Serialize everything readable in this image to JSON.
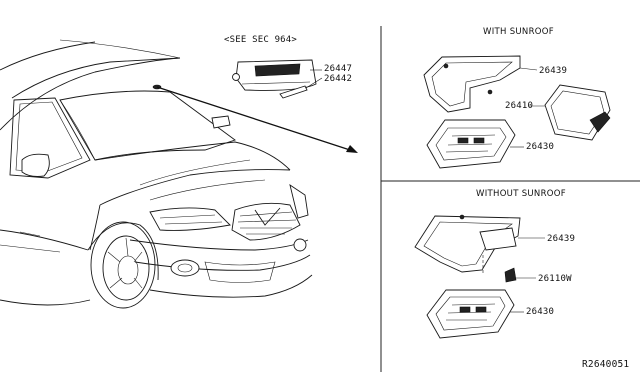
{
  "diagram": {
    "ref_note": "<SEE SEC 964>",
    "sections": {
      "with_sunroof": "WITH SUNROOF",
      "without_sunroof": "WITHOUT SUNROOF"
    },
    "part_labels": {
      "sun_visor_1": "26447",
      "sun_visor_2": "26442",
      "ws_frame": "26439",
      "ws_lamp": "26410",
      "ws_base": "26430",
      "wo_frame": "26439",
      "wo_clip": "26110W",
      "wo_base": "26430"
    },
    "figure_code": "R2640051"
  }
}
